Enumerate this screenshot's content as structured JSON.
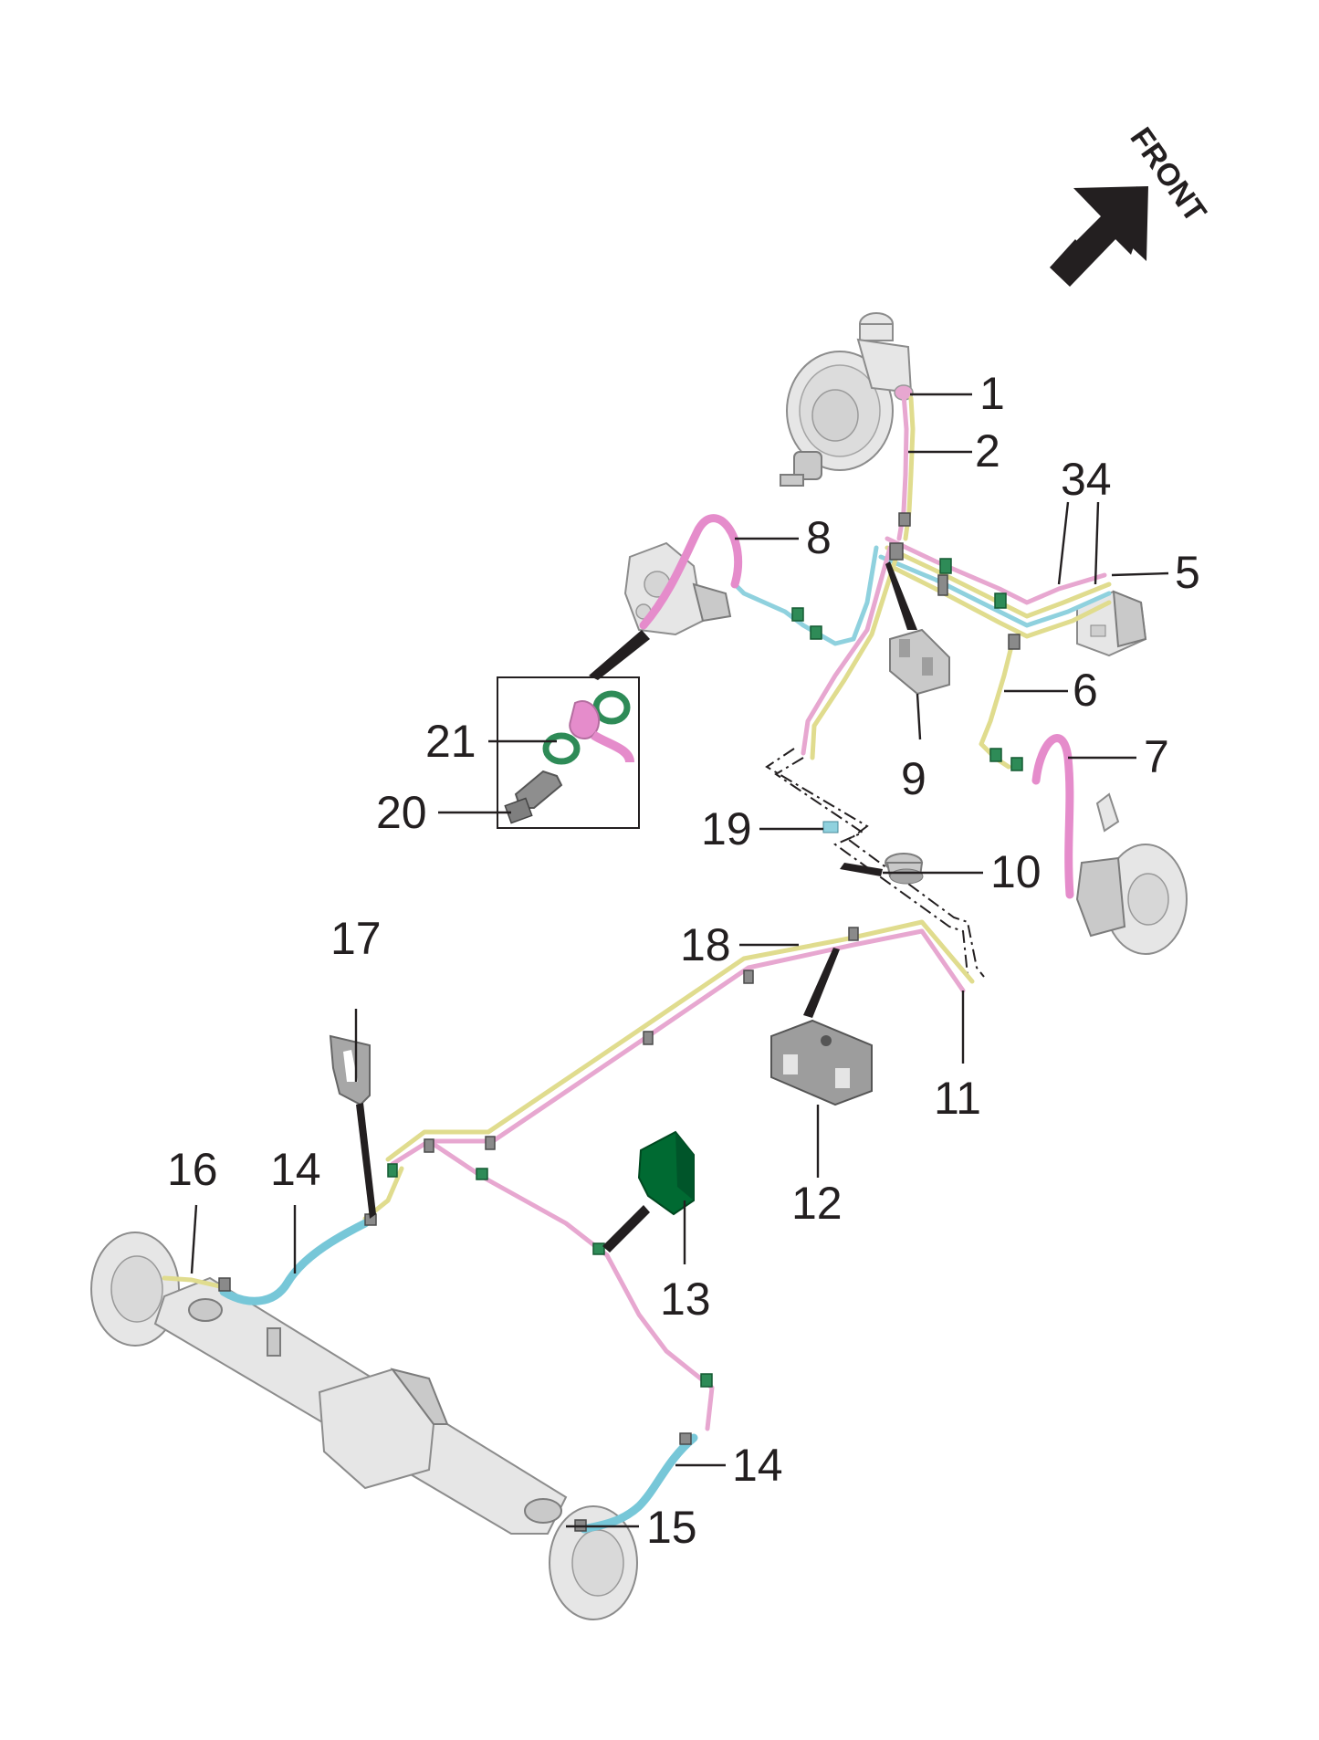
{
  "diagram": {
    "orientation_label": "FRONT",
    "callouts": [
      {
        "id": "c1",
        "label": "1"
      },
      {
        "id": "c2",
        "label": "2"
      },
      {
        "id": "c34",
        "label": "34"
      },
      {
        "id": "c5",
        "label": "5"
      },
      {
        "id": "c6",
        "label": "6"
      },
      {
        "id": "c7",
        "label": "7"
      },
      {
        "id": "c8",
        "label": "8"
      },
      {
        "id": "c9",
        "label": "9"
      },
      {
        "id": "c10",
        "label": "10"
      },
      {
        "id": "c11",
        "label": "11"
      },
      {
        "id": "c12",
        "label": "12"
      },
      {
        "id": "c13",
        "label": "13"
      },
      {
        "id": "c14a",
        "label": "14"
      },
      {
        "id": "c14b",
        "label": "14"
      },
      {
        "id": "c15",
        "label": "15"
      },
      {
        "id": "c16",
        "label": "16"
      },
      {
        "id": "c17",
        "label": "17"
      },
      {
        "id": "c18",
        "label": "18"
      },
      {
        "id": "c19",
        "label": "19"
      },
      {
        "id": "c20",
        "label": "20"
      },
      {
        "id": "c21",
        "label": "21"
      }
    ],
    "colors": {
      "pink_line": "#e7a7d0",
      "yellow_line": "#e0dc8e",
      "blue_line": "#8fd1de",
      "clip_green": "#2e8b57",
      "part_grey": "#e6e6e6",
      "text": "#231f20"
    }
  }
}
